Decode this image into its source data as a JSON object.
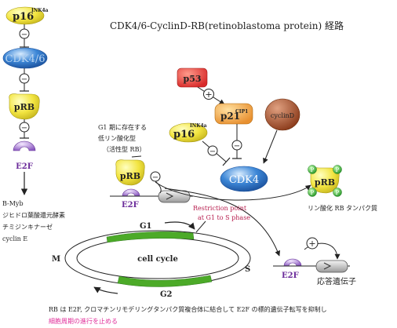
{
  "title": "CDK4/6-CyclinD-RB(retinoblastoma protein) 経路",
  "left_pathway": {
    "p16": "p16",
    "p16_sup": "INK4a",
    "cdk46": "CDK4/6",
    "prb": "pRB",
    "e2f": "E2F",
    "targets": [
      "B-Myb",
      "ジヒドロ葉酸還元酵素",
      "チミジンキナーゼ",
      "cyclin E"
    ]
  },
  "upstream": {
    "p53": "p53",
    "p21": "p21",
    "p21_sup": "CIP1",
    "cyclind": "cyclinD",
    "p16": "p16",
    "p16_sup": "INK4a",
    "cdk4": "CDK4"
  },
  "hypo_rb_label": [
    "G1 期に存在する",
    "低リン酸化型",
    "（活性型 RB）"
  ],
  "prb_complex": {
    "prb": "pRB",
    "e2f": "E2F"
  },
  "phospho_rb": {
    "label": "pRB",
    "p": "P",
    "caption": "リン酸化 RB タンパク質"
  },
  "restriction_point": [
    "Restriction point",
    "at G1 to S phase"
  ],
  "cell_cycle": {
    "center": "cell cycle",
    "g1": "G1",
    "s": "S",
    "g2": "G2",
    "m": "M"
  },
  "response": {
    "e2f": "E2F",
    "plus": "+",
    "label": "応答遺伝子"
  },
  "signs": {
    "minus": "−",
    "plus": "+"
  },
  "footer": {
    "line1": "RB は E2F, クロマチンリモデリングタンパク質複合体に結合して E2F の標的遺伝子転写を抑制し",
    "line2": "細胞周期の進行を止める",
    "line2_color": "#e0309a"
  },
  "colors": {
    "yellow": "#f0e040",
    "blue": "#3a7fd0",
    "red": "#e03030",
    "orange": "#f0a040",
    "brown": "#a0502a",
    "purple": "#9a6ac8",
    "green": "#40b040",
    "cell_cycle_green": "#4caa28"
  }
}
